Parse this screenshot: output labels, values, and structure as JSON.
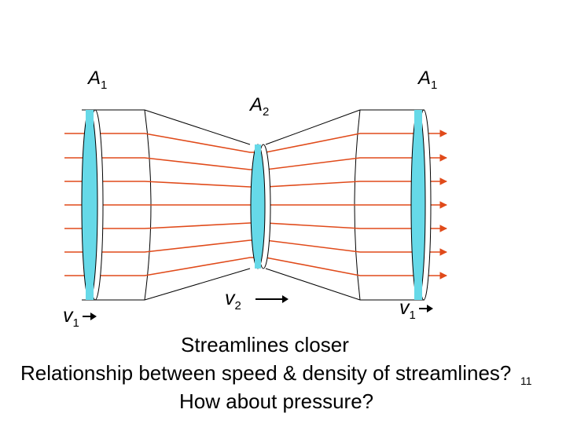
{
  "labels": {
    "a1_left": {
      "symbol": "A",
      "sub": "1"
    },
    "a1_right": {
      "symbol": "A",
      "sub": "1"
    },
    "a2": {
      "symbol": "A",
      "sub": "2"
    },
    "v1_left": {
      "symbol": "v",
      "sub": "1"
    },
    "v2": {
      "symbol": "v",
      "sub": "2"
    },
    "v1_right": {
      "symbol": "v",
      "sub": "1"
    }
  },
  "captions": {
    "line1": "Streamlines closer",
    "line2": "Relationship between speed & density of streamlines?",
    "line3": "How about pressure?"
  },
  "slide_number": "11",
  "colors": {
    "streamline": "#e04a1a",
    "disk_fill": "#66d9e8",
    "outline": "#000000"
  }
}
